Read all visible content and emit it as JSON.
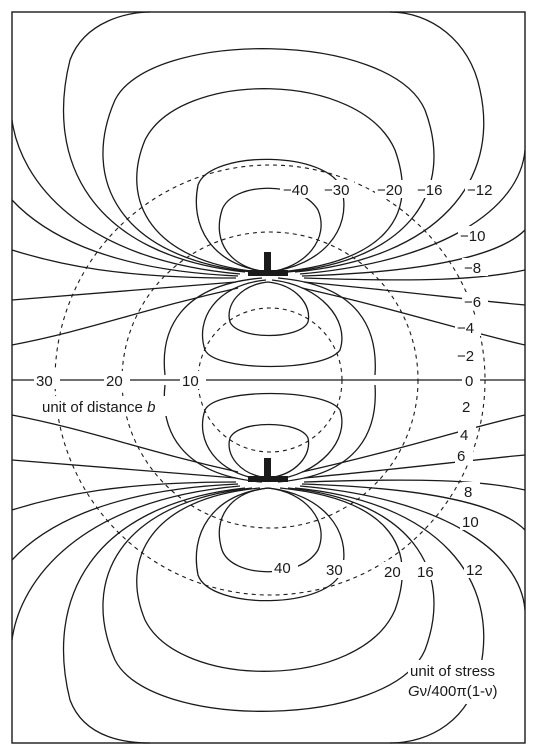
{
  "labels": {
    "neg40": "−40",
    "neg30": "−30",
    "neg20": "−20",
    "neg16": "−16",
    "neg12": "−12",
    "neg10": "−10",
    "neg8": "−8",
    "neg6": "−6",
    "neg4": "−4",
    "neg2": "−2",
    "zero": "0",
    "pos2": "2",
    "pos4": "4",
    "pos6": "6",
    "pos8": "8",
    "pos10": "10",
    "pos12": "12",
    "pos16": "16",
    "pos20": "20",
    "pos30": "30",
    "pos40": "40",
    "axis30": "30",
    "axis20": "20",
    "axis10": "10"
  },
  "distance_unit": {
    "prefix": "unit of distance ",
    "symbol": "b"
  },
  "stress_unit": {
    "line1": "unit of stress",
    "line2_symbol": "G",
    "line2_rest": "ν/400π(1-ν)"
  }
}
